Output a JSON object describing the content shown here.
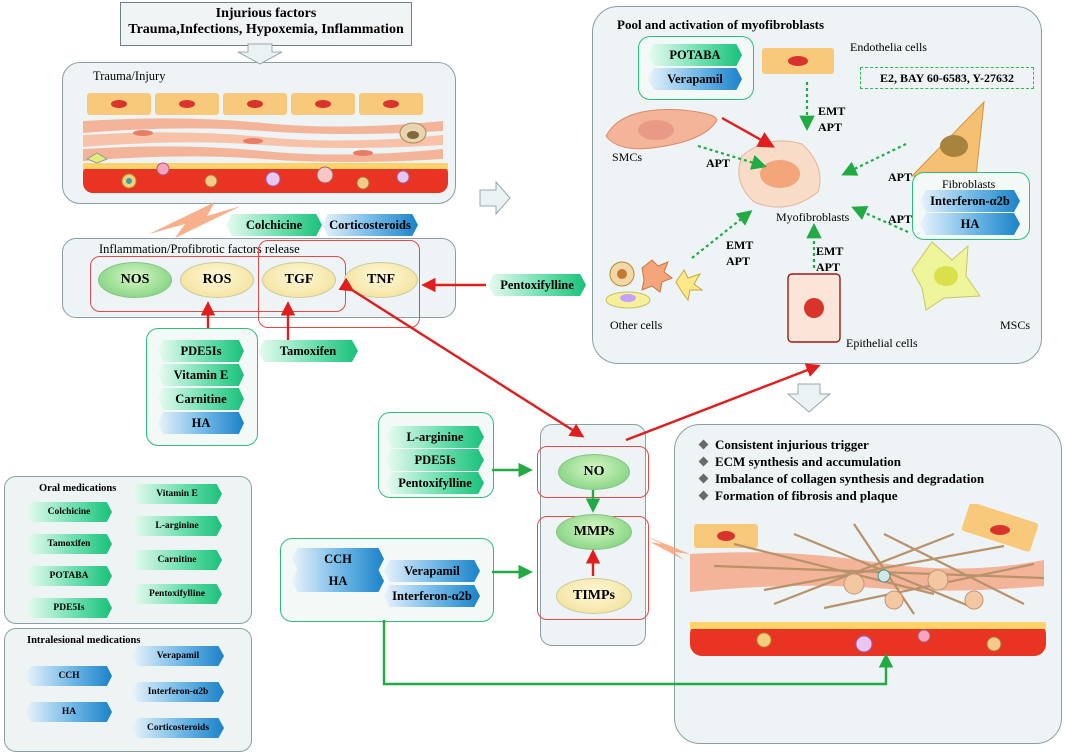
{
  "injurious": {
    "title": "Injurious factors",
    "subtitle": "Trauma,Infections, Hypoxemia, Inflammation"
  },
  "trauma_panel": {
    "label": "Trauma/Injury"
  },
  "inflammation_panel": {
    "label": "Inflammation/Profibrotic factors release",
    "factors": [
      "NOS",
      "ROS",
      "TGF",
      "TNF"
    ]
  },
  "top_drugs": {
    "colchicine": "Colchicine",
    "corticosteroids": "Corticosteroids"
  },
  "pentoxifylline_top": "Pentoxifylline",
  "tamoxifen": "Tamoxifen",
  "left_group": [
    "PDE5Is",
    "Vitamin E",
    "Carnitine",
    "HA"
  ],
  "myofib": {
    "title": "Pool and activation of myofibroblasts",
    "endothelia": "Endothelia cells",
    "smcs": "SMCs",
    "other_cells": "Other cells",
    "epithelial": "Epithelial cells",
    "mscs": "MSCs",
    "fibroblasts": "Fibroblasts",
    "myofibroblasts": "Myofibroblasts",
    "potaba": "POTABA",
    "verapamil": "Verapamil",
    "interferon": "Interferon-α2b",
    "ha": "HA",
    "inhibitors": "E2, BAY 60-6583, Y-27632",
    "apt": "APT",
    "emt": "EMT"
  },
  "mid_group": [
    "L-arginine",
    "PDE5Is",
    "Pentoxifylline"
  ],
  "ni_col": {
    "no": "NO",
    "mmps": "MMPs",
    "timps": "TIMPs"
  },
  "injection_group": {
    "cch": "CCH",
    "ha": "HA",
    "verapamil": "Verapamil",
    "interferon": "Interferon-α2b"
  },
  "outcomes": [
    "Consistent injurious trigger",
    "ECM synthesis and accumulation",
    "Imbalance of collagen synthesis and degradation",
    "Formation of fibrosis and plaque"
  ],
  "oral": {
    "title": "Oral medications",
    "left": [
      "Colchicine",
      "Tamoxifen",
      "POTABA",
      "PDE5Is"
    ],
    "right": [
      "Vitamin E",
      "L-arginine",
      "Carnitine",
      "Pentoxifylline"
    ]
  },
  "intralesional": {
    "title": "Intralesional medications",
    "left": [
      "CCH",
      "HA"
    ],
    "right": [
      "Verapamil",
      "Interferon-α2b",
      "Corticosteroids"
    ]
  },
  "colors": {
    "green_arrow": "#22aa44",
    "red_arrow": "#e01e1e",
    "panel_bg": "#eef4f5",
    "green_chevron": "#19c07a",
    "blue_chevron": "#1b82c8"
  }
}
